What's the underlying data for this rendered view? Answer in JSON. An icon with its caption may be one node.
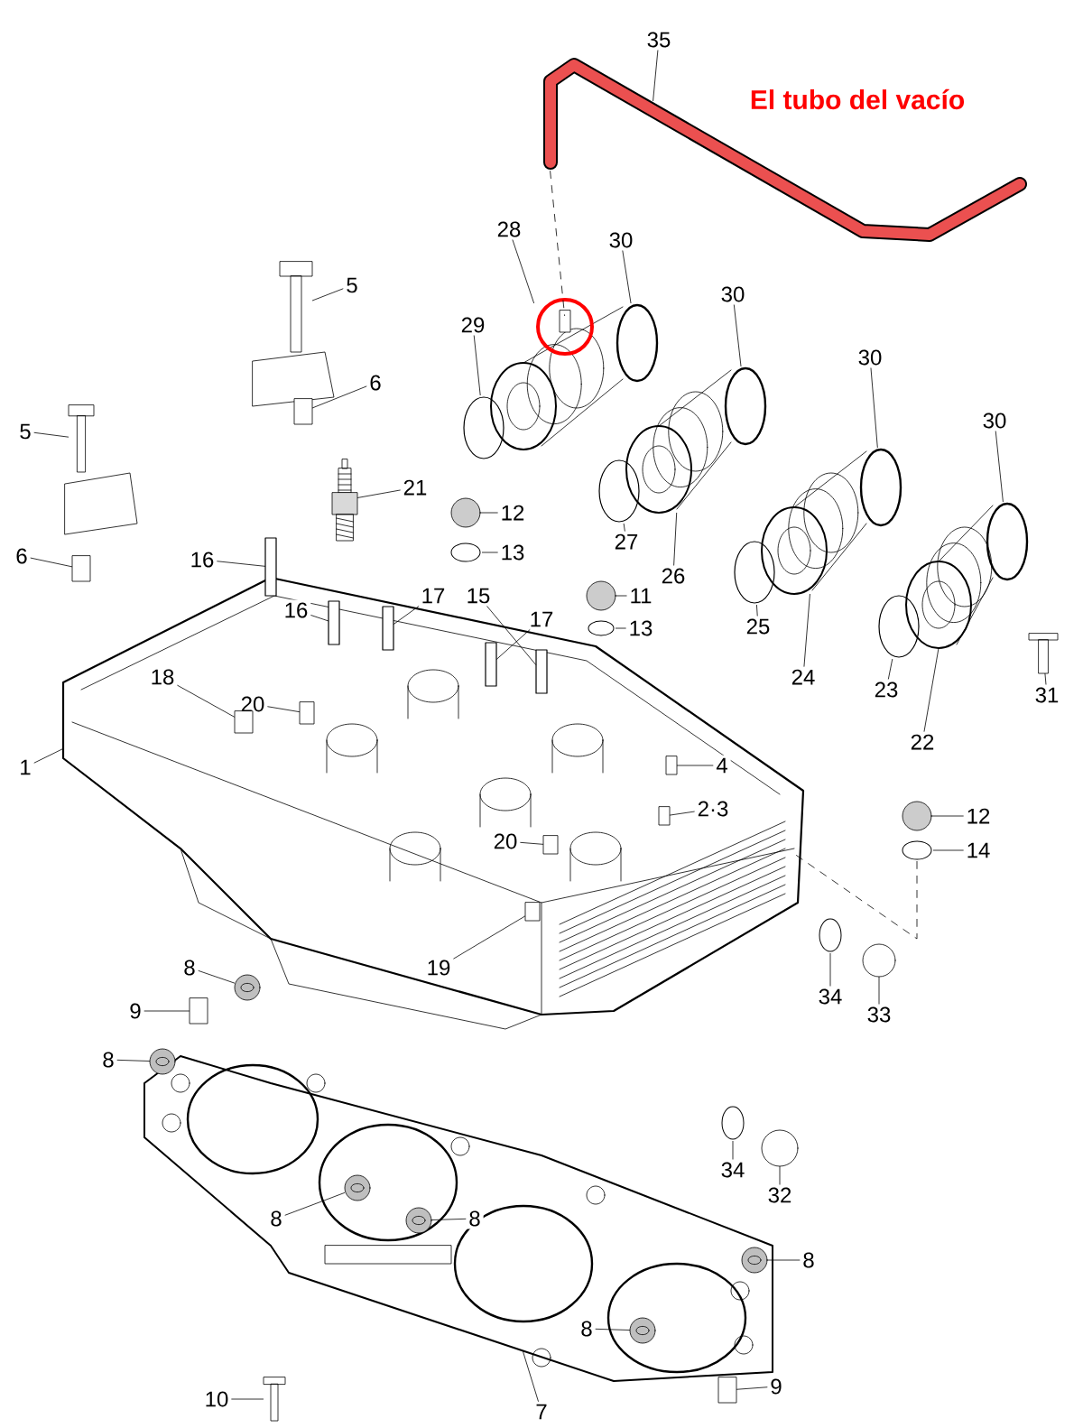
{
  "diagram": {
    "nodes": [
      {
        "text": [],
        "shape": "picture"
      },
      {
        "text": [],
        "shape": "picture"
      },
      {
        "text": [],
        "shape": "picture"
      },
      {
        "text": [
          "35"
        ]
      },
      {
        "text": [
          "28"
        ]
      },
      {
        "text": [
          "30"
        ]
      },
      {
        "text": [
          "5"
        ]
      },
      {
        "text": [
          "30"
        ]
      },
      {
        "text": [
          "29"
        ]
      },
      {
        "text": [
          "6"
        ]
      },
      {
        "text": [
          "30"
        ]
      },
      {
        "text": [
          "5"
        ]
      },
      {
        "text": [
          "30"
        ]
      },
      {
        "text": [
          "21"
        ]
      },
      {
        "text": [
          "12"
        ]
      },
      {
        "text": [
          "27"
        ]
      },
      {
        "text": [
          "13"
        ]
      },
      {
        "text": [
          "6"
        ]
      },
      {
        "text": [
          "16"
        ]
      },
      {
        "text": [
          "26"
        ]
      },
      {
        "text": [
          "17"
        ],
        "in": 0
      },
      {
        "text": [
          "15"
        ],
        "in": 0
      },
      {
        "text": [
          "11"
        ],
        "in": 0
      },
      {
        "text": [
          "16"
        ],
        "in": 0
      },
      {
        "text": [
          "17"
        ],
        "in": 0
      },
      {
        "text": [
          "25"
        ],
        "in": 0
      },
      {
        "text": [
          "13"
        ],
        "in": 0
      },
      {
        "text": [
          "18"
        ],
        "in": 0
      },
      {
        "text": [
          "24"
        ]
      },
      {
        "text": [
          "23"
        ]
      },
      {
        "text": [
          "31"
        ]
      },
      {
        "text": [
          "20"
        ],
        "in": 0
      },
      {
        "text": [
          "22"
        ]
      },
      {
        "text": [
          "1"
        ]
      },
      {
        "text": [
          "4"
        ],
        "in": 0
      },
      {
        "text": [
          "2·3"
        ],
        "in": 0
      },
      {
        "text": [
          "12"
        ]
      },
      {
        "text": [
          "20"
        ],
        "in": 0
      },
      {
        "text": [
          "14"
        ]
      },
      {
        "text": [
          "19"
        ],
        "in": 0
      },
      {
        "text": [
          "8"
        ],
        "in": 0
      },
      {
        "text": [
          "34"
        ]
      },
      {
        "text": [
          "9"
        ],
        "in": 0
      },
      {
        "text": [
          "33"
        ]
      },
      {
        "text": [
          "8"
        ]
      },
      {
        "text": [
          "34"
        ],
        "in": 1
      },
      {
        "text": [
          "32"
        ]
      },
      {
        "text": [
          "8"
        ],
        "in": 1
      },
      {
        "text": [
          "8"
        ],
        "in": 1
      },
      {
        "text": [
          "8"
        ]
      },
      {
        "text": [
          "8"
        ],
        "in": 1
      },
      {
        "text": [
          "10"
        ]
      },
      {
        "text": [
          "7"
        ]
      },
      {
        "text": [
          "9"
        ]
      },
      {
        "text": [],
        "shape": "picture"
      },
      {
        "text": [],
        "shape": "picture"
      },
      {
        "text": [],
        "shape": "box"
      },
      {
        "text": [],
        "shape": "box"
      },
      {
        "text": [],
        "shape": "picture"
      },
      {
        "text": [],
        "shape": "circle"
      },
      {
        "text": [],
        "shape": "ellipse"
      },
      {
        "text": [],
        "shape": "circle",
        "in": 0
      },
      {
        "text": [],
        "shape": "ellipse",
        "in": 0
      },
      {
        "text": [],
        "shape": "bar"
      },
      {
        "text": [],
        "shape": "bar",
        "in": 0
      },
      {
        "text": [],
        "shape": "bar",
        "in": 0
      },
      {
        "text": [],
        "shape": "bar",
        "in": 0
      },
      {
        "text": [],
        "shape": "bar",
        "in": 0
      },
      {
        "text": [],
        "shape": "box",
        "in": 0
      },
      {
        "text": [],
        "shape": "box",
        "in": 0
      },
      {
        "text": [],
        "shape": "box",
        "in": 0
      },
      {
        "text": [],
        "shape": "box",
        "in": 0
      },
      {
        "text": [],
        "shape": "box",
        "in": 0
      },
      {
        "text": [],
        "shape": "box",
        "in": 0
      },
      {
        "text": [],
        "shape": "circle"
      },
      {
        "text": [],
        "shape": "ellipse"
      },
      {
        "text": [],
        "shape": "ellipse"
      },
      {
        "text": [],
        "shape": "circle"
      },
      {
        "text": [],
        "shape": "ellipse",
        "in": 1
      },
      {
        "text": [],
        "shape": "circle"
      },
      {
        "text": [],
        "shape": "circle",
        "in": 0
      },
      {
        "text": [],
        "shape": "box",
        "in": 0
      },
      {
        "text": [],
        "shape": "circle"
      },
      {
        "text": [],
        "shape": "circle",
        "in": 1
      },
      {
        "text": [],
        "shape": "circle",
        "in": 1
      },
      {
        "text": [],
        "shape": "circle",
        "in": 1
      },
      {
        "text": [],
        "shape": "circle",
        "in": 1
      },
      {
        "text": [],
        "shape": "picture"
      },
      {
        "text": [],
        "shape": "box"
      },
      {
        "text": [],
        "shape": "picture"
      },
      {
        "text": [],
        "shape": "picture"
      },
      {
        "text": [],
        "shape": "picture"
      },
      {
        "text": [],
        "shape": "picture"
      },
      {
        "text": [],
        "shape": "ellipse"
      },
      {
        "text": [],
        "shape": "ellipse"
      },
      {
        "text": [],
        "shape": "ellipse"
      },
      {
        "text": [],
        "shape": "ellipse"
      },
      {
        "text": [],
        "shape": "ellipse"
      },
      {
        "text": [],
        "shape": "ellipse"
      },
      {
        "text": [],
        "shape": "ellipse"
      },
      {
        "text": [],
        "shape": "ellipse"
      },
      {
        "text": [],
        "shape": "picture"
      }
    ],
    "edges": [
      {
        "from": 3,
        "to": 2,
        "arrow": "none"
      },
      {
        "from": 4,
        "to": 89,
        "arrow": "none"
      },
      {
        "from": 5,
        "to": 97,
        "arrow": "none"
      },
      {
        "from": 6,
        "to": 54,
        "arrow": "none"
      },
      {
        "from": 7,
        "to": 98,
        "arrow": "none"
      },
      {
        "from": 8,
        "to": 93,
        "arrow": "none"
      },
      {
        "from": 9,
        "to": 56,
        "arrow": "none"
      },
      {
        "from": 10,
        "to": 99,
        "arrow": "none"
      },
      {
        "from": 11,
        "to": 55,
        "arrow": "none"
      },
      {
        "from": 12,
        "to": 100,
        "arrow": "none"
      },
      {
        "from": 13,
        "to": 58,
        "arrow": "none"
      },
      {
        "from": 14,
        "to": 59,
        "arrow": "none"
      },
      {
        "from": 15,
        "to": 94,
        "arrow": "none"
      },
      {
        "from": 16,
        "to": 60,
        "arrow": "none"
      },
      {
        "from": 17,
        "to": 57,
        "arrow": "none"
      },
      {
        "from": 18,
        "to": 63,
        "arrow": "none"
      },
      {
        "from": 19,
        "to": 90,
        "arrow": "none"
      },
      {
        "from": 20,
        "to": 65,
        "arrow": "none"
      },
      {
        "from": 21,
        "to": 66,
        "arrow": "none"
      },
      {
        "from": 22,
        "to": 61,
        "arrow": "none"
      },
      {
        "from": 23,
        "to": 64,
        "arrow": "none"
      },
      {
        "from": 24,
        "to": 67,
        "arrow": "none"
      },
      {
        "from": 25,
        "to": 95,
        "arrow": "none"
      },
      {
        "from": 26,
        "to": 62,
        "arrow": "none"
      },
      {
        "from": 27,
        "to": 68,
        "arrow": "none"
      },
      {
        "from": 28,
        "to": 91,
        "arrow": "none"
      },
      {
        "from": 29,
        "to": 96,
        "arrow": "none"
      },
      {
        "from": 30,
        "to": 101,
        "arrow": "none"
      },
      {
        "from": 31,
        "to": 69,
        "arrow": "none"
      },
      {
        "from": 32,
        "to": 92,
        "arrow": "none"
      },
      {
        "from": 33,
        "to": 0,
        "arrow": "none"
      },
      {
        "from": 34,
        "to": 70,
        "arrow": "none"
      },
      {
        "from": 35,
        "to": 71,
        "arrow": "none"
      },
      {
        "from": 36,
        "to": 74,
        "arrow": "none"
      },
      {
        "from": 37,
        "to": 72,
        "arrow": "none"
      },
      {
        "from": 38,
        "to": 75,
        "arrow": "none"
      },
      {
        "from": 39,
        "to": 73,
        "arrow": "none"
      },
      {
        "from": 40,
        "to": 80,
        "arrow": "none"
      },
      {
        "from": 41,
        "to": 76,
        "arrow": "none"
      },
      {
        "from": 42,
        "to": 81,
        "arrow": "none"
      },
      {
        "from": 43,
        "to": 77,
        "arrow": "none"
      },
      {
        "from": 44,
        "to": 82,
        "arrow": "none"
      },
      {
        "from": 45,
        "to": 78,
        "arrow": "none"
      },
      {
        "from": 46,
        "to": 79,
        "arrow": "none"
      },
      {
        "from": 47,
        "to": 83,
        "arrow": "none"
      },
      {
        "from": 48,
        "to": 84,
        "arrow": "none"
      },
      {
        "from": 49,
        "to": 85,
        "arrow": "none"
      },
      {
        "from": 50,
        "to": 86,
        "arrow": "none"
      },
      {
        "from": 51,
        "to": 87,
        "arrow": "none"
      },
      {
        "from": 52,
        "to": 1,
        "arrow": "none"
      },
      {
        "from": 53,
        "to": 88,
        "arrow": "none"
      },
      {
        "from": 2,
        "to": 89,
        "arrow": "none",
        "style": "dashed"
      },
      {
        "from": 75,
        "to": 0,
        "arrow": "none",
        "style": "dashed"
      }
    ],
    "labels": [
      "El tubo del vacío"
    ]
  }
}
